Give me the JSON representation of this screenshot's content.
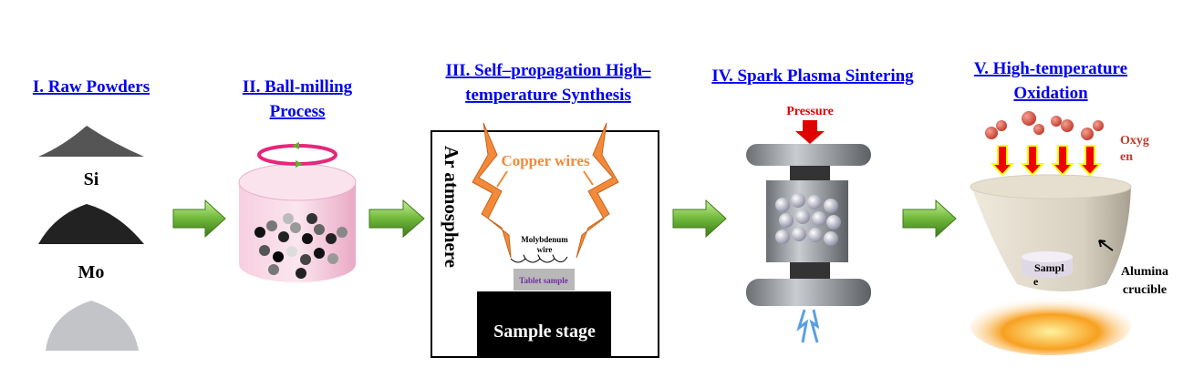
{
  "steps": {
    "s1": {
      "title": "I. Raw Powders",
      "labels": [
        "Si",
        "Mo"
      ]
    },
    "s2": {
      "title_line1": "II. Ball-milling",
      "title_line2": "Process"
    },
    "s3": {
      "title_line1": "III. Self–propagation High–",
      "title_line2": "temperature Synthesis",
      "ar": "Ar atmosphere",
      "copper": "Copper wires",
      "moly_line1": "Molybdenum",
      "moly_line2": "wire",
      "tablet": "Tablet sample",
      "stage": "Sample stage"
    },
    "s4": {
      "title": "IV. Spark Plasma Sintering",
      "pressure": "Pressure"
    },
    "s5": {
      "title_line1": "V. High-temperature",
      "title_line2": "Oxidation",
      "oxygen_line1": "Oxyg",
      "oxygen_line2": "en",
      "sample_line1": "Sampl",
      "sample_line2": "e",
      "crucible_line1": "Alumina",
      "crucible_line2": "crucible"
    }
  },
  "colors": {
    "title": "#0000ee",
    "copper": "#f28a3a",
    "arrow_green": "#6fb83a",
    "pressure": "#e00000",
    "oxygen": "#c0392b",
    "tablet_text": "#7030a0"
  }
}
